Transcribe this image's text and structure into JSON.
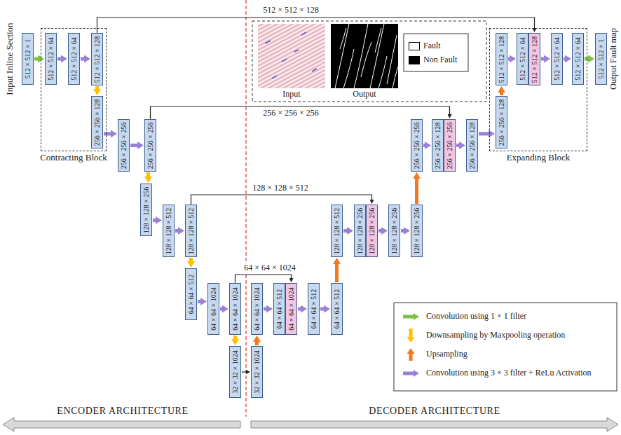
{
  "diagram": {
    "nodes": [
      {
        "text": [
          "512 × 512 × 1"
        ]
      },
      {
        "text": [
          "Contracting Block"
        ]
      },
      {
        "text": [
          "512 × 512 × 64"
        ],
        "in": 1
      },
      {
        "text": [
          "512 × 512 × 64"
        ],
        "in": 1
      },
      {
        "text": [
          "512 × 512 × 128"
        ],
        "in": 1
      },
      {
        "text": [
          "256 × 256 × 128"
        ],
        "in": 1
      },
      {
        "text": [
          "256 × 256 × 256"
        ]
      },
      {
        "text": [
          "256 × 256 × 256"
        ]
      },
      {
        "text": [
          "128 × 128 × 256"
        ]
      },
      {
        "text": [
          "128 × 128 × 512"
        ]
      },
      {
        "text": [
          "128 × 128 × 512"
        ]
      },
      {
        "text": [
          "64 × 64 × 512"
        ]
      },
      {
        "text": [
          "64 × 64 × 1024"
        ]
      },
      {
        "text": [
          "64 × 64 × 1024"
        ]
      },
      {
        "text": [
          "32 × 32 × 1024"
        ]
      },
      {
        "text": [
          "32 × 32 × 1024"
        ]
      },
      {
        "text": [
          "64 × 64 × 1024"
        ]
      },
      {
        "text": [
          "64 × 64 × 512"
        ]
      },
      {
        "text": [
          "64 × 64 × 1024"
        ]
      },
      {
        "text": [
          "64 × 64 × 512"
        ]
      },
      {
        "text": [
          "64 × 64 × 512"
        ]
      },
      {
        "text": [
          "128 × 128 × 512"
        ]
      },
      {
        "text": [
          "128 × 128 × 256"
        ]
      },
      {
        "text": [
          "128 × 128 × 256"
        ]
      },
      {
        "text": [
          "128 × 128 × 256"
        ]
      },
      {
        "text": [
          "128 × 128 × 256"
        ]
      },
      {
        "text": [
          "256 × 256 × 256"
        ]
      },
      {
        "text": [
          "256 × 256 × 128"
        ]
      },
      {
        "text": [
          "256 × 256 × 256"
        ]
      },
      {
        "text": [
          "256 × 256 × 128"
        ]
      },
      {
        "text": [
          "Expanding Block"
        ]
      },
      {
        "text": [
          "256 × 256 × 128"
        ],
        "in": 30
      },
      {
        "text": [
          "512 × 512 × 128"
        ],
        "in": 30
      },
      {
        "text": [
          "512 × 512 × 64"
        ],
        "in": 30
      },
      {
        "text": [
          "512 × 512 × 128"
        ],
        "in": 30
      },
      {
        "text": [
          "512 × 512 × 64"
        ],
        "in": 30
      },
      {
        "text": [
          "512 × 512 × 64"
        ],
        "in": 30
      },
      {
        "text": [
          "512 × 512 × 1"
        ]
      }
    ],
    "edges": [
      {
        "from": 0,
        "to": 2,
        "arrow": "to"
      },
      {
        "from": 2,
        "to": 3,
        "arrow": "to"
      },
      {
        "from": 3,
        "to": 4,
        "arrow": "to"
      },
      {
        "from": 4,
        "to": 5,
        "arrow": "to"
      },
      {
        "from": 5,
        "to": 6,
        "arrow": "to"
      },
      {
        "from": 6,
        "to": 7,
        "arrow": "to"
      },
      {
        "from": 7,
        "to": 8,
        "arrow": "to"
      },
      {
        "from": 8,
        "to": 9,
        "arrow": "to"
      },
      {
        "from": 9,
        "to": 10,
        "arrow": "to"
      },
      {
        "from": 10,
        "to": 11,
        "arrow": "to"
      },
      {
        "from": 11,
        "to": 12,
        "arrow": "to"
      },
      {
        "from": 12,
        "to": 13,
        "arrow": "to"
      },
      {
        "from": 13,
        "to": 14,
        "arrow": "to"
      },
      {
        "from": 14,
        "to": 15,
        "arrow": "to"
      },
      {
        "from": 15,
        "to": 16,
        "arrow": "to"
      },
      {
        "from": 16,
        "to": 17,
        "arrow": "to"
      },
      {
        "from": 18,
        "to": 19,
        "arrow": "to"
      },
      {
        "from": 19,
        "to": 20,
        "arrow": "to"
      },
      {
        "from": 20,
        "to": 21,
        "arrow": "to"
      },
      {
        "from": 21,
        "to": 22,
        "arrow": "to"
      },
      {
        "from": 23,
        "to": 24,
        "arrow": "to"
      },
      {
        "from": 24,
        "to": 25,
        "arrow": "to"
      },
      {
        "from": 25,
        "to": 26,
        "arrow": "to"
      },
      {
        "from": 26,
        "to": 27,
        "arrow": "to"
      },
      {
        "from": 28,
        "to": 29,
        "arrow": "to"
      },
      {
        "from": 29,
        "to": 31,
        "arrow": "to"
      },
      {
        "from": 31,
        "to": 32,
        "arrow": "to"
      },
      {
        "from": 32,
        "to": 33,
        "arrow": "to"
      },
      {
        "from": 34,
        "to": 35,
        "arrow": "to"
      },
      {
        "from": 35,
        "to": 36,
        "arrow": "to"
      },
      {
        "from": 36,
        "to": 37,
        "arrow": "to"
      },
      {
        "from": 4,
        "to": 34,
        "label": "512 × 512 × 128",
        "arrow": "to"
      },
      {
        "from": 7,
        "to": 28,
        "label": "256 × 256 × 256",
        "arrow": "to"
      },
      {
        "from": 10,
        "to": 23,
        "label": "128 × 128 × 512",
        "arrow": "to"
      },
      {
        "from": 13,
        "to": 18,
        "label": "64 × 64 × 1024",
        "arrow": "to"
      }
    ],
    "labels": [
      "Input Inline Section",
      "Output Fault map",
      "Input",
      "Output",
      "ENCODER ARCHITECTURE",
      "DECODER ARCHITECTURE"
    ],
    "legend": [
      {
        "text": "Fault",
        "color": "#ffffff"
      },
      {
        "text": "Non Fault",
        "color": "#000000"
      },
      {
        "text": "Convolution using 1 × 1 filter"
      },
      {
        "text": "Downsampling by Maxpooling operation"
      },
      {
        "text": "Upsampling"
      },
      {
        "text": "Convolution using 3 × 3 filter + ReLu Activation"
      }
    ]
  }
}
